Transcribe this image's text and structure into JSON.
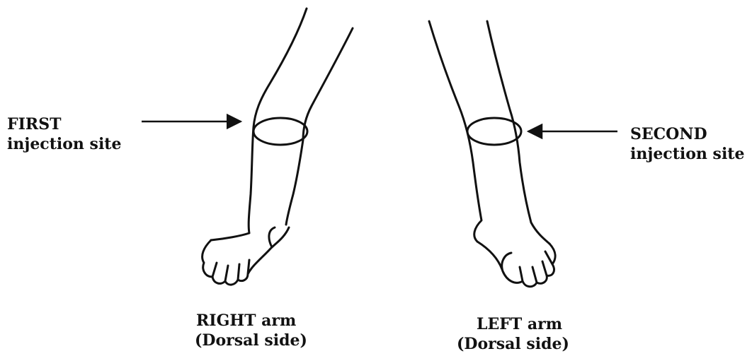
{
  "labels": {
    "first_site": {
      "line1": "FIRST",
      "line2": "injection site"
    },
    "second_site": {
      "line1": "SECOND",
      "line2": "injection site"
    },
    "right_arm": {
      "line1": "RIGHT arm",
      "line2": "(Dorsal side)"
    },
    "left_arm": {
      "line1": "LEFT arm",
      "line2": "(Dorsal side)"
    }
  },
  "colors": {
    "ink": "#111111",
    "background": "#ffffff"
  }
}
